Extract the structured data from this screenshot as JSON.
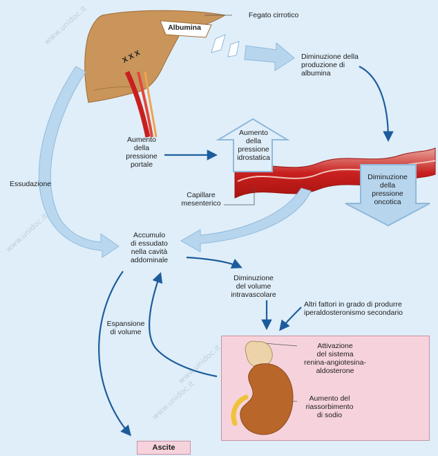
{
  "labels": {
    "fegato": "Fegato cirrotico",
    "albumina": "Albumina",
    "xxx": "X X X",
    "dim_albumina": "Diminuzione della\nproduzione di\nalbumina",
    "aumento_portale": "Aumento\ndella\npressione\nportale",
    "aumento_idro": "Aumento\ndella\npressione\nidrostatica",
    "dim_oncotica": "Diminuzione\ndella\npressione\noncotica",
    "essudazione": "Essudazione",
    "capillare": "Capillare\nmesenterico",
    "accumulo": "Accumulo\ndi essudato\nnella cavità\naddominale",
    "dim_volume": "Diminuzione\ndel volume\nintravascolare",
    "altri_fattori": "Altri fattori in grado di produrre\niperaldosteronismo secondario",
    "espansione": "Espansione\ndi volume",
    "attivazione": "Attivazione\ndel sistema\nrenina-angiotesina-\naldosterone",
    "riassorbimento": "Aumento del\nriassorbimento\ndi sodio",
    "ascite": "Ascite"
  },
  "watermarks": [
    "www.unidoc.it",
    "www.unidoc.it",
    "www.unidoc.it",
    "www.unidoc.it"
  ],
  "colors": {
    "background": "#dfeef9",
    "liver": "#c9955a",
    "vessel": "#c8201f",
    "arrow_fill": "#b7d6ee",
    "arrow_stroke": "#8fb8da",
    "flow_arrow": "#1c5c9c",
    "kidney": "#b8662a",
    "box": "#f6d3dc"
  }
}
